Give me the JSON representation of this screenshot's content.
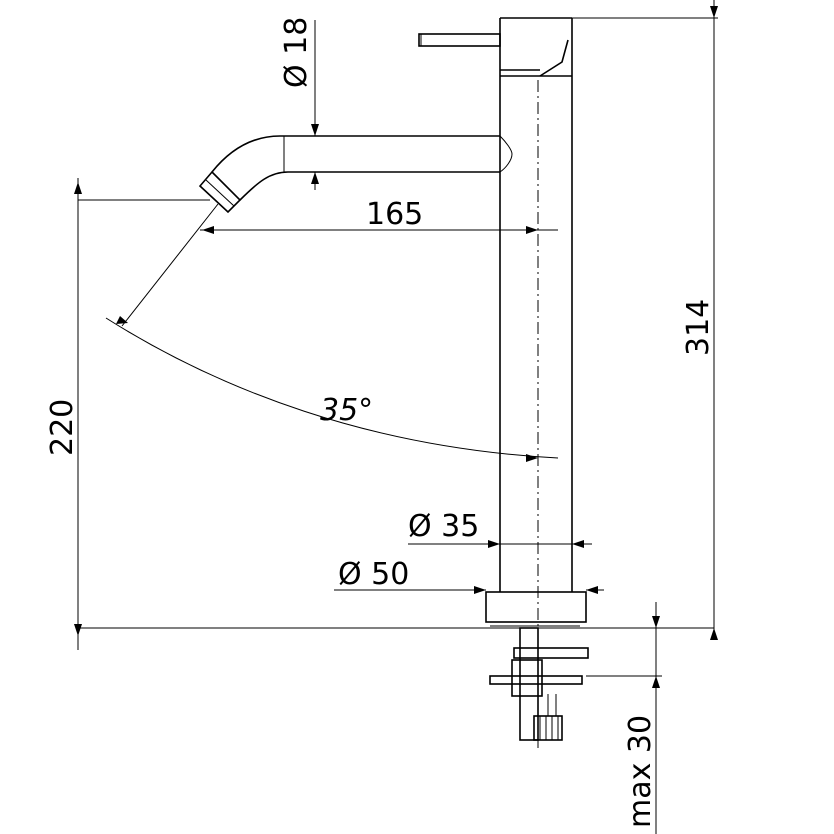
{
  "drawing": {
    "title": "",
    "dimensions": {
      "spout_diameter": "Ø 18",
      "spout_reach": "165",
      "spout_angle": "35°",
      "body_diameter": "Ø 35",
      "base_diameter": "Ø 50",
      "spout_height": "220",
      "total_height": "314",
      "max_deck_thickness": "max 30"
    }
  }
}
